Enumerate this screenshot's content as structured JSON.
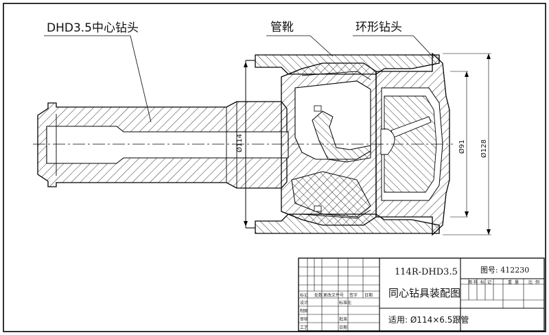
{
  "labels": {
    "center_bit": "DHD3.5中心钻头",
    "casing_shoe": "管靴",
    "ring_bit": "环形钻头"
  },
  "dimensions": {
    "d114": "Ø114",
    "d91": "Ø91",
    "d128": "Ø128"
  },
  "title_block": {
    "drawing_code": "114R-DHD3.5",
    "drawing_name": "同心钻具装配图",
    "drawing_number": "图号: 412230",
    "applicable": "适用: Ø114×6.5跟管",
    "right_header": [
      "图",
      "样",
      "标",
      "记",
      "重",
      "量",
      "比",
      "例"
    ],
    "rev_header": [
      "标记",
      "处数",
      "更改文件号",
      "签字",
      "日期"
    ],
    "rows": [
      {
        "role": "设计",
        "sign": "",
        "extra": "标准化"
      },
      {
        "role": "制图",
        "sign": "",
        "extra": ""
      },
      {
        "role": "审核",
        "sign": "",
        "extra": "批准"
      },
      {
        "role": "工艺",
        "sign": "",
        "extra": "日期"
      }
    ]
  }
}
